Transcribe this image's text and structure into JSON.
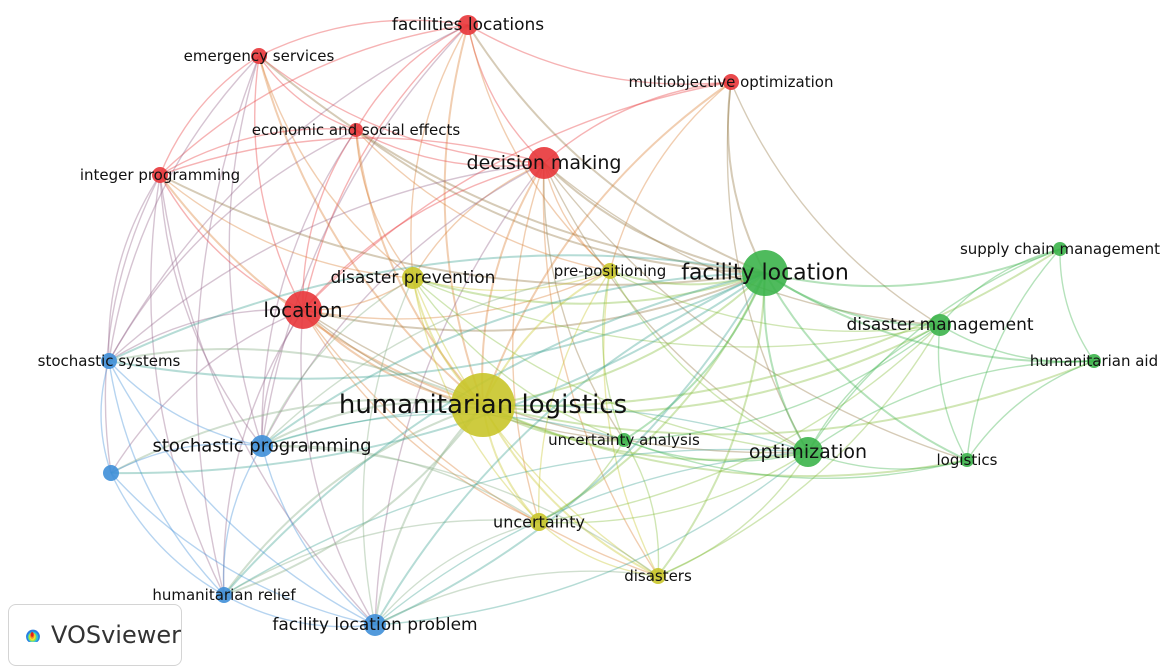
{
  "app": {
    "name": "VOSviewer"
  },
  "clusters": {
    "red": "#e8363a",
    "green": "#3cb44b",
    "blue": "#3f8fd8",
    "yellow": "#c9c52a"
  },
  "nodes": [
    {
      "label": "facilities locations",
      "cluster": "red"
    },
    {
      "label": "emergency services",
      "cluster": "red"
    },
    {
      "label": "multiobjective optimization",
      "cluster": "red"
    },
    {
      "label": "economic and social effects",
      "cluster": "red"
    },
    {
      "label": "decision making",
      "cluster": "red"
    },
    {
      "label": "integer programming",
      "cluster": "red"
    },
    {
      "label": "location",
      "cluster": "red"
    },
    {
      "label": "disaster prevention",
      "cluster": "yellow"
    },
    {
      "label": "pre-positioning",
      "cluster": "yellow"
    },
    {
      "label": "humanitarian logistics",
      "cluster": "yellow"
    },
    {
      "label": "uncertainty",
      "cluster": "yellow"
    },
    {
      "label": "disasters",
      "cluster": "yellow"
    },
    {
      "label": "uncertainty analysis",
      "cluster": "green"
    },
    {
      "label": "facility location",
      "cluster": "green"
    },
    {
      "label": "supply chain management",
      "cluster": "green"
    },
    {
      "label": "disaster management",
      "cluster": "green"
    },
    {
      "label": "humanitarian aid",
      "cluster": "green"
    },
    {
      "label": "optimization",
      "cluster": "green"
    },
    {
      "label": "logistics",
      "cluster": "green"
    },
    {
      "label": "stochastic systems",
      "cluster": "blue"
    },
    {
      "label": "stochastic programming",
      "cluster": "blue"
    },
    {
      "label": "",
      "cluster": "blue"
    },
    {
      "label": "humanitarian relief",
      "cluster": "blue"
    },
    {
      "label": "facility location problem",
      "cluster": "blue"
    }
  ]
}
